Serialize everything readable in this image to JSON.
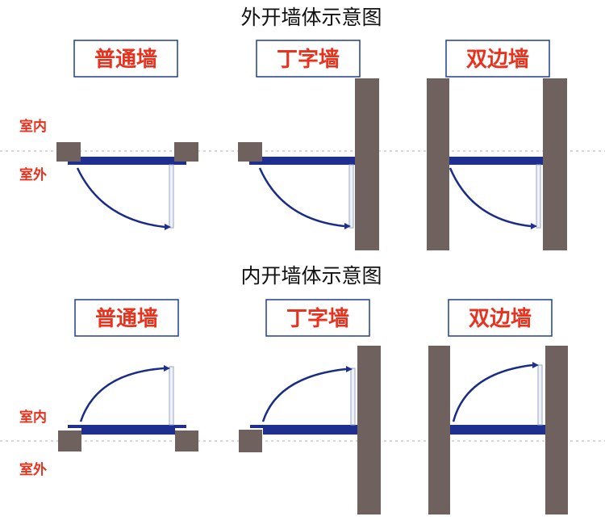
{
  "sections": [
    {
      "title": "外开墙体示意图",
      "indoor_label": "室内",
      "outdoor_label": "室外",
      "panels": [
        {
          "label": "普通墙"
        },
        {
          "label": "丁字墙"
        },
        {
          "label": "双边墙"
        }
      ]
    },
    {
      "title": "内开墙体示意图",
      "indoor_label": "室内",
      "outdoor_label": "室外",
      "panels": [
        {
          "label": "普通墙"
        },
        {
          "label": "丁字墙"
        },
        {
          "label": "双边墙"
        }
      ]
    }
  ],
  "colors": {
    "label_text": "#e8321e",
    "side_text": "#e8321e",
    "wall": "#6f625e",
    "frame": "#1f2f8f",
    "swing_arc": "#1a2d86",
    "box_border": "#1f3f8f"
  }
}
